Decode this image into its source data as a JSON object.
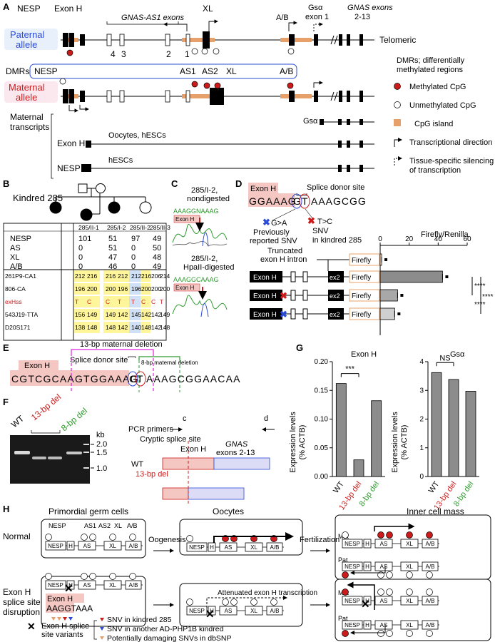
{
  "panels": {
    "A": "A",
    "B": "B",
    "C": "C",
    "D": "D",
    "E": "E",
    "F": "F",
    "G": "G",
    "H": "H"
  },
  "panelA": {
    "nesp": "NESP",
    "exon_h": "Exon H",
    "as1_exons": "GNAS-AS1 exons",
    "xl": "XL",
    "ab": "A/B",
    "gsa_exon1_a": "Gsα",
    "gsa_exon1_b": "exon 1",
    "gnas_exons_a": "GNAS exons",
    "gnas_exons_b": "2-13",
    "paternal": "Paternal",
    "maternal": "Maternal",
    "allele": "allele",
    "telomeric": "Telomeric",
    "ex4": "4",
    "ex3": "3",
    "ex2": "2",
    "ex1": "1",
    "dmrs": "DMRs",
    "dmr_nesp": "NESP",
    "dmr_as1": "AS1",
    "dmr_as2": "AS2",
    "dmr_xl": "XL",
    "dmr_ab": "A/B",
    "maternal_transcripts_a": "Maternal",
    "maternal_transcripts_b": "transcripts",
    "tx_exonh": "Exon H",
    "tx_exonh_note": "Oocytes, hESCs",
    "tx_nesp": "NESP",
    "tx_nesp_note": "hESCs",
    "tx_gsa": "Gsα",
    "legend": {
      "title_a": "DMRs; differentially",
      "title_b": "methylated regions",
      "methylated": "Methylated CpG",
      "unmethylated": "Unmethylated CpG",
      "cpg": "CpG island",
      "direction": "Transcriptional direction",
      "silencing_a": "Tissue-specific silencing",
      "silencing_b": "of transcription"
    }
  },
  "panelB": {
    "kindred": "Kindred 285",
    "headers": [
      "285/II-1",
      "285/I-2",
      "285/II-2",
      "285/II-3"
    ],
    "meth_rows": [
      [
        "NESP",
        "101",
        "51",
        "97",
        "49"
      ],
      [
        "AS",
        "0",
        "51",
        "0",
        "50"
      ],
      [
        "XL",
        "0",
        "47",
        "0",
        "48"
      ],
      [
        "A/B",
        "0",
        "46",
        "0",
        "49"
      ]
    ],
    "snp_rows": [
      [
        "261P9-CA1",
        "212",
        "216",
        "216",
        "212",
        "212",
        "216",
        "206",
        "214"
      ],
      [
        "806-CA",
        "196",
        "200",
        "200",
        "196",
        "196",
        "200",
        "200",
        "200"
      ],
      [
        "exHss",
        "T",
        "C",
        "C",
        "T",
        "T",
        "C",
        "C",
        "T"
      ],
      [
        "543J19-TTA",
        "156",
        "149",
        "149",
        "142",
        "145",
        "142",
        "142",
        "149"
      ],
      [
        "D20S171",
        "138",
        "148",
        "148",
        "142",
        "140",
        "148",
        "142",
        "148"
      ]
    ]
  },
  "panelC": {
    "l1a": "285/I-2,",
    "l1b": "nondigested",
    "seq1": "AAAGGNAAAG",
    "l2a": "285/I-2,",
    "l2b": "HpaII-digested",
    "seq2": "AAAGGCAAAG",
    "exon_h": "Exon H"
  },
  "panelD": {
    "splice_donor": "Splice donor site",
    "exon_h": "Exon H",
    "seq_exon": "GGAAAG",
    "seq_g": "G",
    "seq_t": "T",
    "seq_rest": "AAAGCGG",
    "ga": "G>A",
    "ga_a": "Previously",
    "ga_b": "reported SNV",
    "tc": "T>C",
    "tc_a": "SNV",
    "tc_b": "in kindred 285",
    "truncated_a": "Truncated",
    "truncated_b": "exon H intron",
    "firefly": "Firefly",
    "ex2": "ex2",
    "axis_title": "Firefly/Renilla",
    "sig": "****"
  },
  "panelE": {
    "del13": "13-bp maternal deletion",
    "del8": "8-bp maternal deletion",
    "splice": "Splice donor site",
    "exon_h": "Exon H",
    "seq_a": "CGTCGCAAGTGGAAAG",
    "seq_g": "G",
    "seq_t": "T",
    "seq_b": "AAAGCGGAACAA"
  },
  "panelF": {
    "wt": "WT",
    "del13": "13-bp del",
    "del8": "8-bp del",
    "kb": "kb",
    "kb_ticks": [
      "2.0",
      "1.5",
      "1.0"
    ],
    "pcr": "PCR primers",
    "c": "c",
    "d": "d",
    "cryptic": "Cryptic splice site",
    "exon_h": "Exon H",
    "gnas_a": "GNAS",
    "gnas_b": "exons 2-13",
    "row_wt": "WT",
    "row_del": "13-bp del"
  },
  "panelG": {
    "t1": "Exon H",
    "t2": "Gsα",
    "ylabel_a": "Expression levels",
    "ylabel_b": "(% ACTB)",
    "sig1": "***",
    "sig2": "NS",
    "cats": [
      "WT",
      "13-bp del",
      "8-bp del"
    ]
  },
  "panelH": {
    "pgc": "Primordial germ cells",
    "oocytes": "Oocytes",
    "icm": "Inner cell mass",
    "oogenesis": "Oogenesis",
    "fertilization": "Fertilization",
    "normal": "Normal",
    "disrupt_a": "Exon H",
    "disrupt_b": "splice site",
    "disrupt_c": "disruption",
    "attenuated": "Attenuated exon H transcription",
    "nesp": "NESP",
    "h": "H",
    "as": "AS",
    "xl": "XL",
    "ab": "A/B",
    "mat": "Mat",
    "pat": "Pat",
    "top_nesp": "NESP",
    "top_as1": "AS1",
    "top_as2": "AS2",
    "top_xl": "XL",
    "top_ab": "A/B",
    "exon_h": "Exon H",
    "seq": "AAGGTAAA",
    "leg_a": "Exon H splice",
    "leg_b": "site variants",
    "leg1": "SNV in kindred 285",
    "leg2": "SNV in another AD-PHP1B kindred",
    "leg3": "Potentially damaging SNVs in dbSNP"
  },
  "chart_data": [
    {
      "type": "bar",
      "title": "",
      "xlabel": "",
      "ylabel": "Firefly/Renilla",
      "orientation": "horizontal",
      "categories": [
        "Truncated exon H intron (no exon H)",
        "Exon H WT",
        "Exon H T>C",
        "Exon H G>A"
      ],
      "values": [
        1,
        43,
        12,
        10
      ],
      "xlim": [
        0,
        60
      ],
      "xticks": [
        0,
        20,
        40,
        60
      ]
    },
    {
      "type": "bar",
      "title": "Exon H",
      "ylabel": "Expression levels (% ACTB)",
      "categories": [
        "WT",
        "13-bp del",
        "8-bp del"
      ],
      "values": [
        0.162,
        0.029,
        0.132
      ],
      "ylim": [
        0,
        0.2
      ],
      "yticks": [
        0.0,
        0.05,
        0.1,
        0.15,
        0.2
      ]
    },
    {
      "type": "bar",
      "title": "Gsα",
      "ylabel": "Expression levels (% ACTB)",
      "categories": [
        "WT",
        "13-bp del",
        "8-bp del"
      ],
      "values": [
        3.62,
        3.38,
        2.97
      ],
      "ylim": [
        0,
        4
      ],
      "yticks": [
        0,
        1,
        2,
        3,
        4
      ]
    }
  ],
  "colors": {
    "red": "#cc1b1b",
    "pink": "#f4c7c3",
    "blue": "#2a4bd7",
    "green": "#2e9a2e",
    "orange": "#e8a06a",
    "magenta": "#e020e0",
    "gray": "#8c8c8c"
  }
}
